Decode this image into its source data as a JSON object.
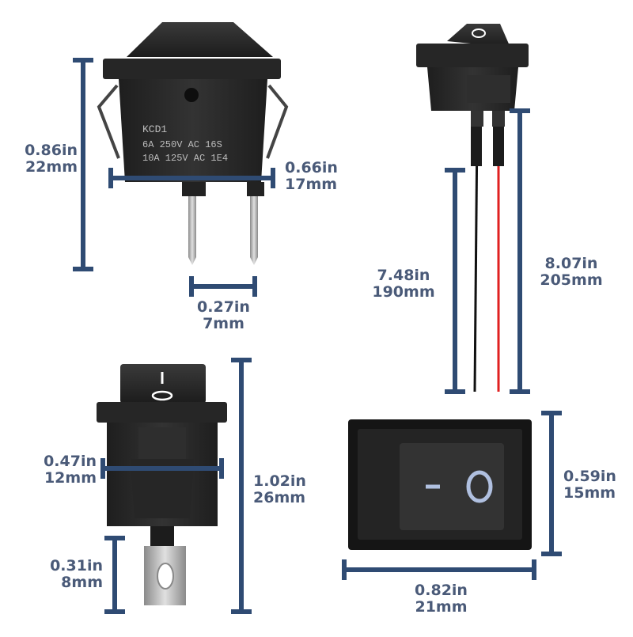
{
  "colors": {
    "dimension": "#2f4b73",
    "label": "#4a5a78",
    "switch_body": "#2b2b2b",
    "switch_dark": "#1c1c1c",
    "terminal": "#b9b9b9",
    "wire_black": "#111111",
    "wire_red": "#e02020",
    "printed_marking": "#c8c8c8"
  },
  "switch_marking": {
    "line1": "KCD1",
    "line2": "6A  250V AC 16S",
    "line3": "10A  125V AC 1E4",
    "on_symbol": "I",
    "off_symbol": "O"
  },
  "dimensions": {
    "height_main": {
      "in": "0.86in",
      "mm": "22mm"
    },
    "width_body": {
      "in": "0.66in",
      "mm": "17mm"
    },
    "terminal_spacing": {
      "in": "0.27in",
      "mm": "7mm"
    },
    "wire_black": {
      "in": "7.48in",
      "mm": "190mm"
    },
    "wire_red": {
      "in": "8.07in",
      "mm": "205mm"
    },
    "depth_body": {
      "in": "0.47in",
      "mm": "12mm"
    },
    "height_side": {
      "in": "1.02in",
      "mm": "26mm"
    },
    "terminal_length": {
      "in": "0.31in",
      "mm": "8mm"
    },
    "face_height": {
      "in": "0.59in",
      "mm": "15mm"
    },
    "face_width": {
      "in": "0.82in",
      "mm": "21mm"
    }
  }
}
